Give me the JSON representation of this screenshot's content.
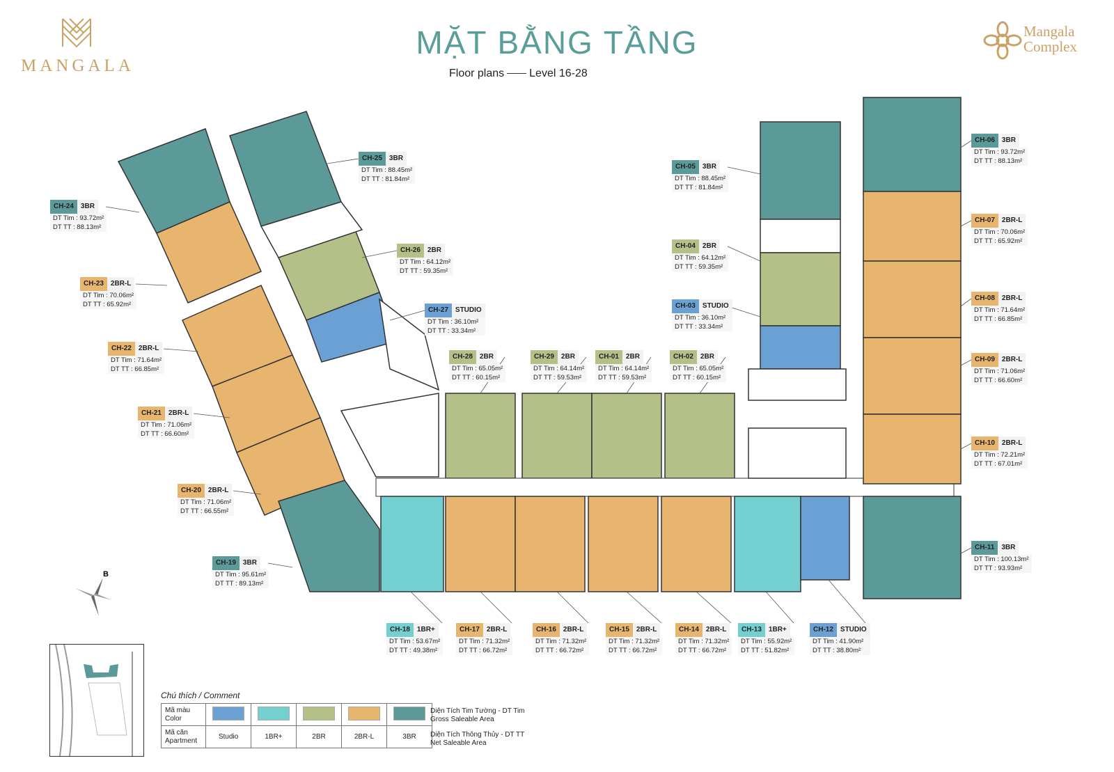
{
  "header": {
    "title": "MẶT BẰNG TẦNG",
    "subtitle_left": "Floor plans",
    "subtitle_right": "Level 16-28",
    "logo_left_text": "MANGALA",
    "logo_right_line1": "Mangala",
    "logo_right_line2": "Complex"
  },
  "colors": {
    "studio": "#6aa0d4",
    "1br_plus": "#74d0d0",
    "2br": "#b3c189",
    "2br_l": "#e8b56e",
    "3br": "#5c9a9a",
    "brand": "#c9a266",
    "title": "#5a9e9a"
  },
  "compass": {
    "label": "B"
  },
  "units": [
    {
      "code": "CH-01",
      "type": "2BR",
      "gross": "DT Tim : 64.14m²",
      "net": "DT TT : 59.53m²",
      "cat": "2br"
    },
    {
      "code": "CH-02",
      "type": "2BR",
      "gross": "DT Tim : 65.05m²",
      "net": "DT TT : 60.15m²",
      "cat": "2br"
    },
    {
      "code": "CH-03",
      "type": "STUDIO",
      "gross": "DT Tim : 36.10m²",
      "net": "DT TT : 33.34m²",
      "cat": "studio"
    },
    {
      "code": "CH-04",
      "type": "2BR",
      "gross": "DT Tim : 64.12m²",
      "net": "DT TT : 59.35m²",
      "cat": "2br"
    },
    {
      "code": "CH-05",
      "type": "3BR",
      "gross": "DT Tim : 88.45m²",
      "net": "DT TT : 81.84m²",
      "cat": "3br"
    },
    {
      "code": "CH-06",
      "type": "3BR",
      "gross": "DT Tim : 93.72m²",
      "net": "DT TT : 88.13m²",
      "cat": "3br"
    },
    {
      "code": "CH-07",
      "type": "2BR-L",
      "gross": "DT Tim : 70.06m²",
      "net": "DT TT : 65.92m²",
      "cat": "2br_l"
    },
    {
      "code": "CH-08",
      "type": "2BR-L",
      "gross": "DT Tim : 71.64m²",
      "net": "DT TT : 66.85m²",
      "cat": "2br_l"
    },
    {
      "code": "CH-09",
      "type": "2BR-L",
      "gross": "DT Tim : 71.06m²",
      "net": "DT TT : 66.60m²",
      "cat": "2br_l"
    },
    {
      "code": "CH-10",
      "type": "2BR-L",
      "gross": "DT Tim : 72.21m²",
      "net": "DT TT : 67.01m²",
      "cat": "2br_l"
    },
    {
      "code": "CH-11",
      "type": "3BR",
      "gross": "DT Tim : 100.13m²",
      "net": "DT TT : 93.93m²",
      "cat": "3br"
    },
    {
      "code": "CH-12",
      "type": "STUDIO",
      "gross": "DT Tim : 41.90m²",
      "net": "DT TT : 38.80m²",
      "cat": "studio"
    },
    {
      "code": "CH-13",
      "type": "1BR+",
      "gross": "DT Tim : 55.92m²",
      "net": "DT TT : 51.82m²",
      "cat": "1br_plus"
    },
    {
      "code": "CH-14",
      "type": "2BR-L",
      "gross": "DT Tim : 71.32m²",
      "net": "DT TT : 66.72m²",
      "cat": "2br_l"
    },
    {
      "code": "CH-15",
      "type": "2BR-L",
      "gross": "DT Tim : 71.32m²",
      "net": "DT TT : 66.72m²",
      "cat": "2br_l"
    },
    {
      "code": "CH-16",
      "type": "2BR-L",
      "gross": "DT Tim : 71.32m²",
      "net": "DT TT : 66.72m²",
      "cat": "2br_l"
    },
    {
      "code": "CH-17",
      "type": "2BR-L",
      "gross": "DT Tim : 71.32m²",
      "net": "DT TT : 66.72m²",
      "cat": "2br_l"
    },
    {
      "code": "CH-18",
      "type": "1BR+",
      "gross": "DT Tim : 53.67m²",
      "net": "DT TT : 49.38m²",
      "cat": "1br_plus"
    },
    {
      "code": "CH-19",
      "type": "3BR",
      "gross": "DT Tim : 95.61m²",
      "net": "DT TT : 89.13m²",
      "cat": "3br"
    },
    {
      "code": "CH-20",
      "type": "2BR-L",
      "gross": "DT Tim : 71.06m²",
      "net": "DT TT : 66.55m²",
      "cat": "2br_l"
    },
    {
      "code": "CH-21",
      "type": "2BR-L",
      "gross": "DT Tim : 71.06m²",
      "net": "DT TT : 66.60m²",
      "cat": "2br_l"
    },
    {
      "code": "CH-22",
      "type": "2BR-L",
      "gross": "DT Tim : 71.64m²",
      "net": "DT TT : 66.85m²",
      "cat": "2br_l"
    },
    {
      "code": "CH-23",
      "type": "2BR-L",
      "gross": "DT Tim : 70.06m²",
      "net": "DT TT : 65.92m²",
      "cat": "2br_l"
    },
    {
      "code": "CH-24",
      "type": "3BR",
      "gross": "DT Tim : 93.72m²",
      "net": "DT TT : 88.13m²",
      "cat": "3br"
    },
    {
      "code": "CH-25",
      "type": "3BR",
      "gross": "DT Tim : 88.45m²",
      "net": "DT TT : 81.84m²",
      "cat": "3br"
    },
    {
      "code": "CH-26",
      "type": "2BR",
      "gross": "DT Tim : 64.12m²",
      "net": "DT TT : 59.35m²",
      "cat": "2br"
    },
    {
      "code": "CH-27",
      "type": "STUDIO",
      "gross": "DT Tim : 36.10m²",
      "net": "DT TT : 33.34m²",
      "cat": "studio"
    },
    {
      "code": "CH-28",
      "type": "2BR",
      "gross": "DT Tim : 65.05m²",
      "net": "DT TT : 60.15m²",
      "cat": "2br"
    },
    {
      "code": "CH-29",
      "type": "2BR",
      "gross": "DT Tim : 64.14m²",
      "net": "DT TT : 59.53m²",
      "cat": "2br"
    }
  ],
  "legend": {
    "title": "Chú thích / Comment",
    "row1_label_a": "Mã màu",
    "row1_label_b": "Color",
    "row2_label_a": "Mã căn",
    "row2_label_b": "Apartment",
    "types": [
      "Studio",
      "1BR+",
      "2BR",
      "2BR-L",
      "3BR"
    ],
    "note1_a": "Diện Tích Tim Tường - DT Tim",
    "note1_b": "Gross Saleable Area",
    "note2_a": "Diện Tích Thông Thủy - DT TT",
    "note2_b": "Net Saleable Area"
  }
}
